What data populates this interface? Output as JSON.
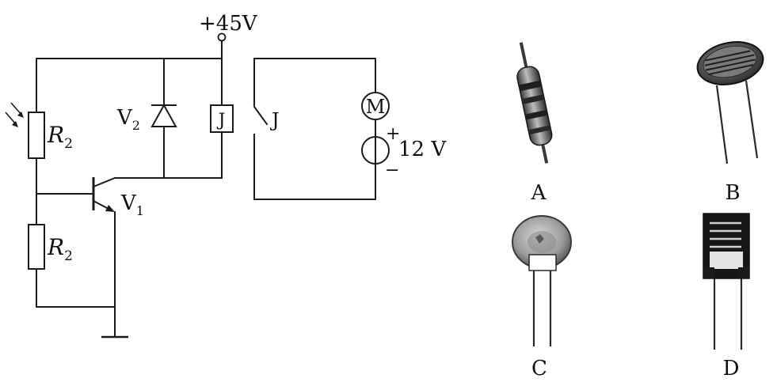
{
  "circuit": {
    "supply_label": "+45V",
    "r_top": {
      "letter": "R",
      "sub": "2"
    },
    "r_bottom": {
      "letter": "R",
      "sub": "2"
    },
    "diode": {
      "letter": "V",
      "sub": "2"
    },
    "transistor": {
      "letter": "V",
      "sub": "1"
    },
    "relay_coil_label": "J",
    "relay_switch_label": "J",
    "motor_label": "M",
    "battery_label": "12 V",
    "plus_sign": "+",
    "minus_sign": "−"
  },
  "components": {
    "a_label": "A",
    "b_label": "B",
    "c_label": "C",
    "d_label": "D"
  }
}
